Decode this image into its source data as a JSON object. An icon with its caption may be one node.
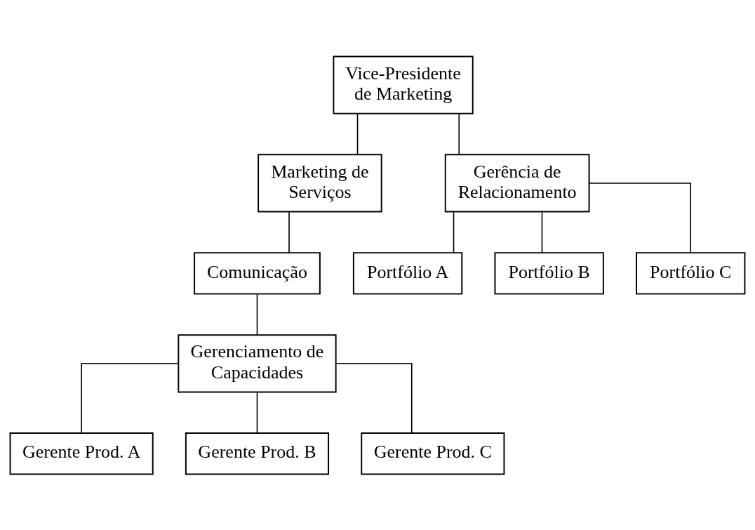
{
  "diagram": {
    "nodes": [
      {
        "text": [
          "Vice-Presidente de Marketing"
        ]
      },
      {
        "text": [
          "Marketing de Serviços"
        ]
      },
      {
        "text": [
          "Gerência de Relacionamento"
        ]
      },
      {
        "text": [
          "Comunicação"
        ]
      },
      {
        "text": [
          "Portfólio A"
        ]
      },
      {
        "text": [
          "Portfólio B"
        ]
      },
      {
        "text": [
          "Portfólio C"
        ]
      },
      {
        "text": [
          "Gerenciamento de Capacidades"
        ]
      },
      {
        "text": [
          "Gerente Prod. A"
        ]
      },
      {
        "text": [
          "Gerente Prod. B"
        ]
      },
      {
        "text": [
          "Gerente Prod. C"
        ]
      }
    ],
    "edges": [
      {
        "from": 0,
        "to": 1,
        "arrow": "none"
      },
      {
        "from": 0,
        "to": 2,
        "arrow": "none"
      },
      {
        "from": 1,
        "to": 3,
        "arrow": "none"
      },
      {
        "from": 2,
        "to": 4,
        "arrow": "none"
      },
      {
        "from": 2,
        "to": 5,
        "arrow": "none"
      },
      {
        "from": 2,
        "to": 6,
        "arrow": "none"
      },
      {
        "from": 3,
        "to": 7,
        "arrow": "none"
      },
      {
        "from": 7,
        "to": 8,
        "arrow": "none"
      },
      {
        "from": 7,
        "to": 9,
        "arrow": "none"
      },
      {
        "from": 7,
        "to": 10,
        "arrow": "none"
      }
    ]
  }
}
